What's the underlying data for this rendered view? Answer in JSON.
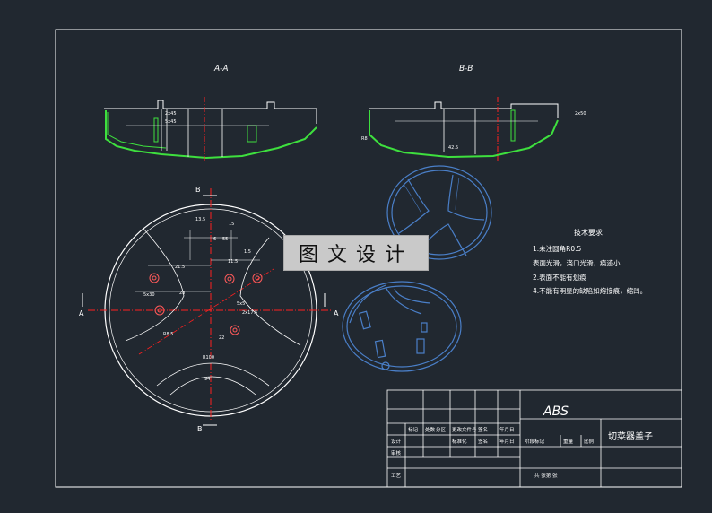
{
  "views": {
    "section_aa": "A-A",
    "section_bb": "B-B",
    "cut_a_left": "A",
    "cut_a_right": "A",
    "cut_b_top": "B",
    "cut_b_bottom": "B"
  },
  "dimensions": {
    "aa": [
      "2x45",
      "5x45"
    ],
    "bb": [
      "2x50",
      "R8",
      "42.5"
    ],
    "plan": [
      "13.5",
      "15",
      "21.5",
      "11.5",
      "28",
      "5x5",
      "22",
      "R8.5",
      "2x17.5",
      "5x30",
      "R100",
      "1.5",
      "6",
      "55",
      "94"
    ]
  },
  "tech": {
    "title": "技术要求",
    "items": [
      "1.未注圆角R0.5",
      "   表面光滑，浇口光滑，痕迹小",
      "2.表面不能有划痕",
      "4.不能有明显的缺陷如熔接痕，缩凹。"
    ]
  },
  "title_block": {
    "material": "ABS",
    "part_name": "切菜器盖子",
    "row_labels": [
      "标记",
      "处数",
      "分区",
      "更改文件号",
      "签名",
      "年月日"
    ],
    "labels": {
      "design": "设计",
      "std": "标准化",
      "check": "审核",
      "craft": "工艺",
      "date": "年月日",
      "sign": "签名",
      "stage": "阶段标记",
      "weight": "重量",
      "scale": "比例",
      "sheets": "共  张第  张"
    }
  },
  "watermark": "图文设计",
  "colors": {
    "background": "#212830",
    "lines": "#ffffff",
    "section_highlight": "#3ee03e",
    "center_lines": "#ff2020",
    "iso_views": "#4a7fc8"
  }
}
